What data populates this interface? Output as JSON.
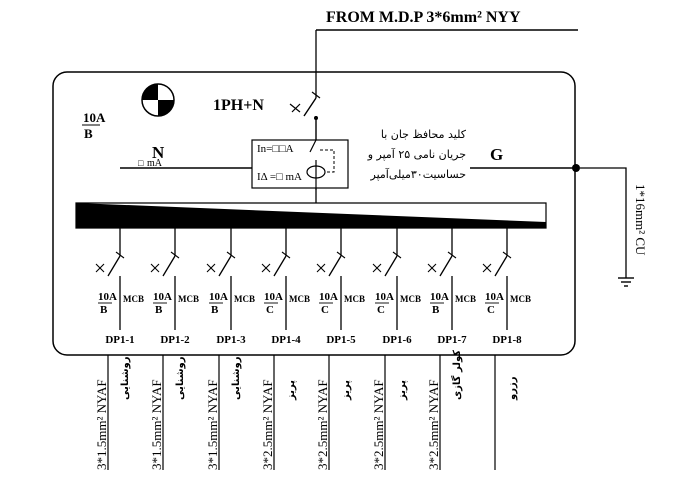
{
  "header": {
    "supply": "FROM M.D.P 3*6mm² NYY"
  },
  "panel": {
    "main_rating_top": "10A",
    "main_rating_bottom": "B",
    "main_switch_label": "1PH+N",
    "neutral_label": "N",
    "neutral_ma": "mA",
    "ground_label": "G",
    "rcd_in": "In=□□A",
    "rcd_idelta": "IΔ =□  mA",
    "rcd_note": [
      "کلید  محافظ  جان  با",
      "جریان نامی ۲۵ آمپر و",
      "حساسیت۳۰میلی‌آمپر"
    ]
  },
  "earth": {
    "cable": "1*16mm² CU"
  },
  "circuits": [
    {
      "id": "DP1-1",
      "rating": "10A",
      "curve": "B",
      "type": "MCB",
      "cable": "3*1.5mm² NYAF",
      "load": "روشنایی"
    },
    {
      "id": "DP1-2",
      "rating": "10A",
      "curve": "B",
      "type": "MCB",
      "cable": "3*1.5mm² NYAF",
      "load": "روشنایی"
    },
    {
      "id": "DP1-3",
      "rating": "10A",
      "curve": "B",
      "type": "MCB",
      "cable": "3*1.5mm² NYAF",
      "load": "روشنایی"
    },
    {
      "id": "DP1-4",
      "rating": "10A",
      "curve": "C",
      "type": "MCB",
      "cable": "3*2.5mm² NYAF",
      "load": "پریز"
    },
    {
      "id": "DP1-5",
      "rating": "10A",
      "curve": "C",
      "type": "MCB",
      "cable": "3*2.5mm² NYAF",
      "load": "پریز"
    },
    {
      "id": "DP1-6",
      "rating": "10A",
      "curve": "C",
      "type": "MCB",
      "cable": "3*2.5mm² NYAF",
      "load": "پریز"
    },
    {
      "id": "DP1-7",
      "rating": "10A",
      "curve": "B",
      "type": "MCB",
      "cable": "3*2.5mm² NYAF",
      "load": "کولر گازی"
    },
    {
      "id": "DP1-8",
      "rating": "10A",
      "curve": "C",
      "type": "MCB",
      "cable": "",
      "load": "رزرو"
    }
  ]
}
